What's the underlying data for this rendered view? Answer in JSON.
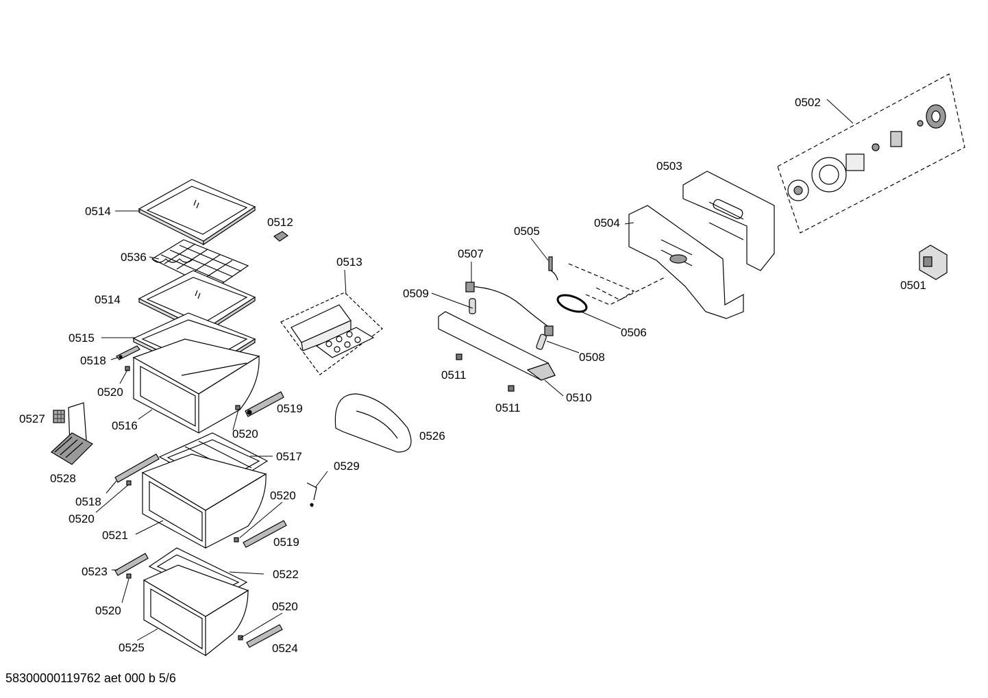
{
  "labels": {
    "p0501": "0501",
    "p0502": "0502",
    "p0503": "0503",
    "p0504": "0504",
    "p0505": "0505",
    "p0506": "0506",
    "p0507": "0507",
    "p0508": "0508",
    "p0509": "0509",
    "p0510": "0510",
    "p0511a": "0511",
    "p0511b": "0511",
    "p0512": "0512",
    "p0513": "0513",
    "p0514a": "0514",
    "p0514b": "0514",
    "p0515": "0515",
    "p0516": "0516",
    "p0517": "0517",
    "p0518a": "0518",
    "p0518b": "0518",
    "p0519a": "0519",
    "p0519b": "0519",
    "p0520a": "0520",
    "p0520b": "0520",
    "p0520c": "0520",
    "p0520d": "0520",
    "p0520e": "0520",
    "p0520f": "0520",
    "p0521": "0521",
    "p0522": "0522",
    "p0523": "0523",
    "p0524": "0524",
    "p0525": "0525",
    "p0526": "0526",
    "p0527": "0527",
    "p0528": "0528",
    "p0529": "0529",
    "p0536": "0536"
  },
  "footer": "58300000119762 aet 000 b 5/6"
}
